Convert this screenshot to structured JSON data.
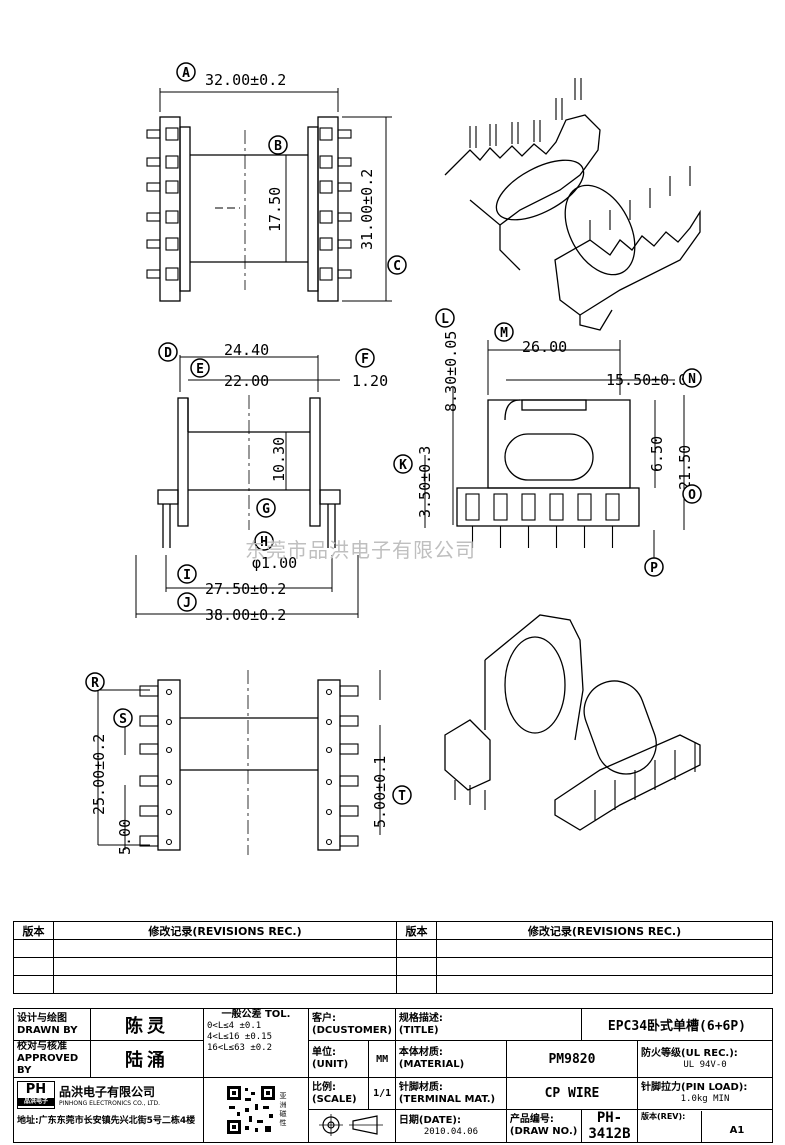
{
  "watermark": "东莞市品洪电子有限公司",
  "callouts": [
    "A",
    "B",
    "C",
    "D",
    "E",
    "F",
    "G",
    "H",
    "I",
    "J",
    "K",
    "L",
    "M",
    "N",
    "O",
    "P",
    "R",
    "S",
    "T"
  ],
  "dims": {
    "top_width": "32.00±0.2",
    "top_inner": "17.50",
    "top_height": "31.00±0.2",
    "side_outer": "24.40",
    "side_inner": "22.00",
    "side_flange": "1.20",
    "side_core": "10.30",
    "pin_dia": "φ1.00",
    "pin_span": "27.50±0.2",
    "overall": "38.00±0.2",
    "front_width": "26.00",
    "front_height_l": "8.30±0.05",
    "front_window": "15.50±0.05",
    "front_k": "3.50±0.3",
    "front_650": "6.50",
    "front_2150": "21.50",
    "bottom_r": "25.00±0.2",
    "bottom_s": "5.00",
    "bottom_t": "5.00±0.1"
  },
  "revision_table": {
    "col_version": "版本",
    "col_record": "修改记录(REVISIONS REC.)"
  },
  "title_block": {
    "design_label_cn": "设计与绘图",
    "design_label_en": "DRAWN BY",
    "design_value": "陈灵",
    "check_label_cn": "校对与核准",
    "check_label_en": "APPROVED BY",
    "check_value": "陆涌",
    "tol_title": "一般公差 TOL.",
    "tol_rows": [
      "0<L≤4    ±0.1",
      "4<L≤16   ±0.15",
      "16<L≤63  ±0.2"
    ],
    "customer_label": "客户:",
    "customer_en": "(DCUSTOMER)",
    "title_label": "规格描述:",
    "title_en": "(TITLE)",
    "title_value": "EPC34卧式单槽(6+6P)",
    "unit_label": "单位:",
    "unit_en": "(UNIT)",
    "unit_value": "MM",
    "material_label": "本体材质:",
    "material_en": "(MATERIAL)",
    "material_value": "PM9820",
    "flame_label": "防火等级(UL REC.):",
    "flame_value": "UL 94V-0",
    "scale_label": "比例:",
    "scale_en": "(SCALE)",
    "scale_value": "1/1",
    "terminal_label": "针脚材质:",
    "terminal_en": "(TERMINAL MAT.)",
    "terminal_value": "CP WIRE",
    "pinload_label": "针脚拉力(PIN LOAD):",
    "pinload_value": "1.0kg MIN",
    "date_label": "日期(DATE):",
    "date_value": "2010.04.06",
    "drawno_label": "产品编号:",
    "drawno_en": "(DRAW NO.)",
    "drawno_value": "PH-3412B",
    "rev_label": "版本(REV):",
    "rev_value": "A1",
    "company_cn": "品洪电子有限公司",
    "company_en": "PINHONG ELECTRONICS CO., LTD.",
    "logo_text": "PH",
    "logo_sub": "品洪电子",
    "qr_side": "亚洲磁性",
    "address": "地址:广东东莞市长安镇先兴北街5号二栋4楼"
  }
}
